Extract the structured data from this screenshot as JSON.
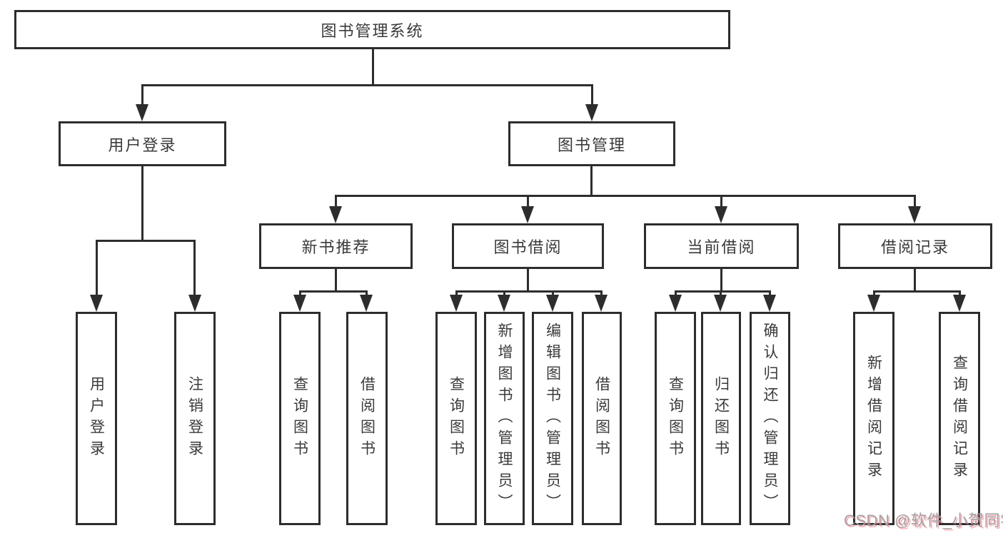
{
  "diagram": {
    "title": "图书管理系统",
    "root": {
      "label": "图书管理系统"
    },
    "level2": [
      {
        "label": "用户登录"
      },
      {
        "label": "图书管理"
      }
    ],
    "level3": [
      {
        "label": "新书推荐",
        "parent": "图书管理"
      },
      {
        "label": "图书借阅",
        "parent": "图书管理"
      },
      {
        "label": "当前借阅",
        "parent": "图书管理"
      },
      {
        "label": "借阅记录",
        "parent": "图书管理"
      }
    ],
    "leaves": [
      {
        "label": "用户登录",
        "parent": "用户登录"
      },
      {
        "label": "注销登录",
        "parent": "用户登录"
      },
      {
        "label": "查询图书",
        "parent": "新书推荐"
      },
      {
        "label": "借阅图书",
        "parent": "新书推荐"
      },
      {
        "label": "查询图书",
        "parent": "图书借阅"
      },
      {
        "label": "新增图书（管理员）",
        "parent": "图书借阅"
      },
      {
        "label": "编辑图书（管理员）",
        "parent": "图书借阅"
      },
      {
        "label": "借阅图书",
        "parent": "图书借阅"
      },
      {
        "label": "查询图书",
        "parent": "当前借阅"
      },
      {
        "label": "归还图书",
        "parent": "当前借阅"
      },
      {
        "label": "确认归还（管理员）",
        "parent": "当前借阅"
      },
      {
        "label": "新增借阅记录",
        "parent": "借阅记录"
      },
      {
        "label": "查询借阅记录",
        "parent": "借阅记录"
      }
    ]
  },
  "watermark": {
    "text": "CSDN @软件_小贺同学"
  },
  "colors": {
    "background": "#ffffff",
    "line": "#2d2d2d",
    "text": "#3a3a3a",
    "watermark_gray": "#a2a2a2",
    "watermark_pink": "#f87486"
  }
}
